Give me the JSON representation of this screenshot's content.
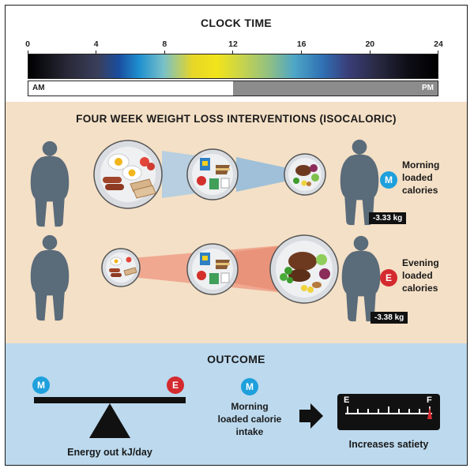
{
  "clock": {
    "title": "CLOCK TIME",
    "ticks": [
      "0",
      "4",
      "8",
      "12",
      "16",
      "20",
      "24"
    ],
    "am_label": "AM",
    "pm_label": "PM"
  },
  "interventions": {
    "title": "FOUR WEEK WEIGHT LOSS INTERVENTIONS (ISOCALORIC)",
    "morning": {
      "badge": "M",
      "label_lines": [
        "Morning",
        "loaded",
        "calories"
      ],
      "weight_change": "-3.33 kg"
    },
    "evening": {
      "badge": "E",
      "label_lines": [
        "Evening",
        "loaded",
        "calories"
      ],
      "weight_change": "-3.38 kg"
    }
  },
  "outcome": {
    "title": "OUTCOME",
    "badge_m": "M",
    "badge_e": "E",
    "balance_label": "Energy out kJ/day",
    "middle_badge": "M",
    "middle_lines": [
      "Morning",
      "loaded calorie",
      "intake"
    ],
    "gauge_empty": "E",
    "gauge_full": "F",
    "gauge_label": "Increases satiety"
  },
  "colors": {
    "morning_accent": "#1ea0dc",
    "evening_accent": "#d42a2f",
    "silhouette": "#5a6b7a"
  }
}
